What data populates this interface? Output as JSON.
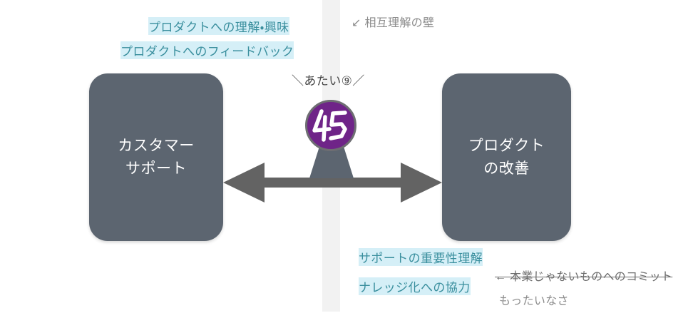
{
  "diagram": {
    "title_hidden": "",
    "wall": {
      "band_color": "#f2f2f2",
      "label": "↙ 相互理解の壁"
    },
    "nodes": [
      {
        "id": "customer-support",
        "label": "カスタマー\nサポート",
        "color": "#5c6570",
        "text_color": "#ffffff"
      },
      {
        "id": "product-improvement",
        "label": "プロダクト\nの改善",
        "color": "#5c6570",
        "text_color": "#ffffff"
      }
    ],
    "arrow": {
      "direction": "bidirectional",
      "color": "#636363"
    },
    "badge": {
      "shout": "＼あたい⑨／",
      "value": "45",
      "circle_color": "#6f2488",
      "ring_color": "#6e6e72",
      "base_color": "#5c6570",
      "value_color": "#ffffff"
    },
    "annotations": {
      "left_top": [
        {
          "text": "プロダクトへの理解・興味",
          "color": "#3a8f9e",
          "highlight": "#d5eff7"
        },
        {
          "text": "プロダクトへのフィードバック",
          "color": "#3a8f9e",
          "highlight": "#d5eff7"
        }
      ],
      "right_bottom": [
        {
          "text": "サポートの重要性理解",
          "color": "#3a8f9e",
          "highlight": "#d5eff7"
        },
        {
          "text": "ナレッジ化への協力",
          "color": "#3a8f9e",
          "highlight": "#d5eff7"
        }
      ],
      "notes": [
        {
          "text": "← 本業じゃないものへのコミット",
          "color": "#6d6d6d",
          "strikethrough": true
        },
        {
          "text": "もったいなさ",
          "color": "#8d8d8d",
          "strikethrough": false
        }
      ]
    }
  }
}
